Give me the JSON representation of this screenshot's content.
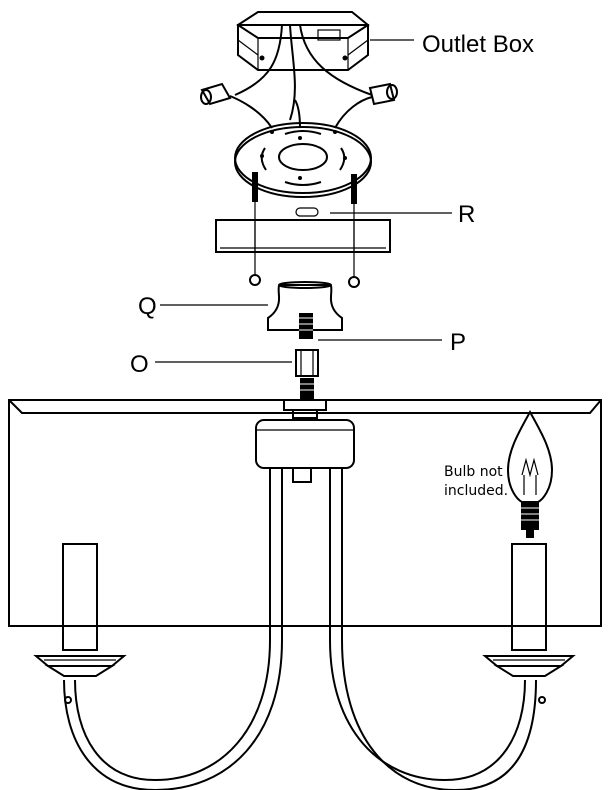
{
  "labels": {
    "outlet_box": "Outlet  Box",
    "r": "R",
    "q": "Q",
    "p": "P",
    "o": "O",
    "bulb_note_line1": "Bulb not",
    "bulb_note_line2": "included."
  }
}
